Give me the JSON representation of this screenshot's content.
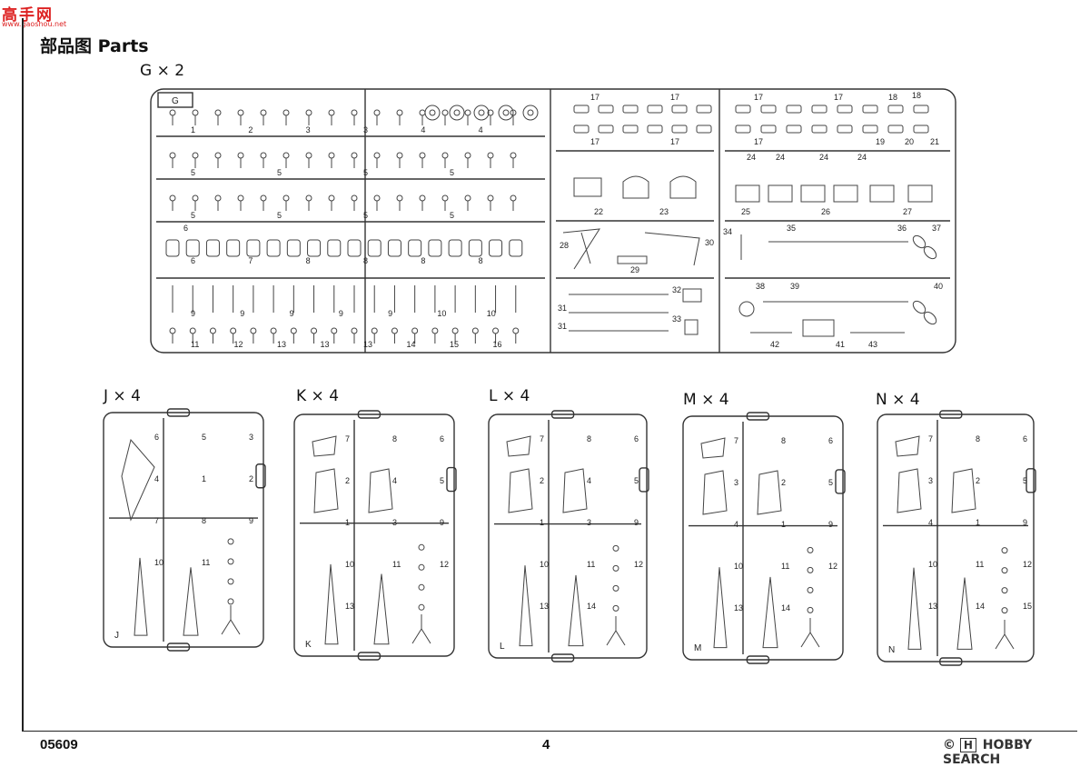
{
  "watermark": {
    "cn": "高手网",
    "url": "www.gaoshou.net"
  },
  "header": {
    "title": "部品图  Parts"
  },
  "sprue_g": {
    "label": "G × 2",
    "letter": "G",
    "cell_numbers": [
      [
        "1",
        "2",
        "3",
        "3",
        "4",
        "4"
      ],
      [
        "5",
        "5",
        "5",
        "5"
      ],
      [
        "5",
        "5",
        "5",
        "5"
      ],
      [
        "6",
        "7",
        "8",
        "8",
        "8",
        "8"
      ],
      [
        "9",
        "9",
        "9",
        "9",
        "9",
        "10",
        "10"
      ],
      [
        "11",
        "12",
        "13",
        "13",
        "13",
        "14",
        "15",
        "16"
      ]
    ],
    "right_numbers": [
      "17",
      "17",
      "17",
      "17",
      "17",
      "17",
      "17",
      "18",
      "18",
      "19",
      "20",
      "21",
      "22",
      "23",
      "24",
      "24",
      "24",
      "24",
      "25",
      "26",
      "27",
      "28",
      "29",
      "30",
      "31",
      "31",
      "32",
      "33",
      "34",
      "35",
      "36",
      "37",
      "38",
      "39",
      "40",
      "41",
      "42",
      "43",
      "6"
    ]
  },
  "small_sprues": [
    {
      "label": "J × 4",
      "letter": "J",
      "numbers": [
        "6",
        "5",
        "3",
        "4",
        "1",
        "2",
        "7",
        "8",
        "9",
        "10",
        "11"
      ]
    },
    {
      "label": "K × 4",
      "letter": "K",
      "numbers": [
        "7",
        "8",
        "6",
        "2",
        "4",
        "5",
        "1",
        "3",
        "9",
        "10",
        "11",
        "12",
        "13"
      ]
    },
    {
      "label": "L × 4",
      "letter": "L",
      "numbers": [
        "7",
        "8",
        "6",
        "2",
        "4",
        "5",
        "1",
        "3",
        "9",
        "10",
        "11",
        "12",
        "13",
        "14"
      ]
    },
    {
      "label": "M × 4",
      "letter": "M",
      "numbers": [
        "7",
        "8",
        "6",
        "3",
        "2",
        "5",
        "4",
        "1",
        "9",
        "10",
        "11",
        "12",
        "13",
        "14"
      ]
    },
    {
      "label": "N × 4",
      "letter": "N",
      "numbers": [
        "7",
        "8",
        "6",
        "3",
        "2",
        "5",
        "4",
        "1",
        "9",
        "10",
        "11",
        "12",
        "13",
        "14",
        "15"
      ]
    }
  ],
  "footer": {
    "code": "05609",
    "page": "4",
    "brand_mark": "©",
    "brand": "HOBBY SEARCH"
  }
}
